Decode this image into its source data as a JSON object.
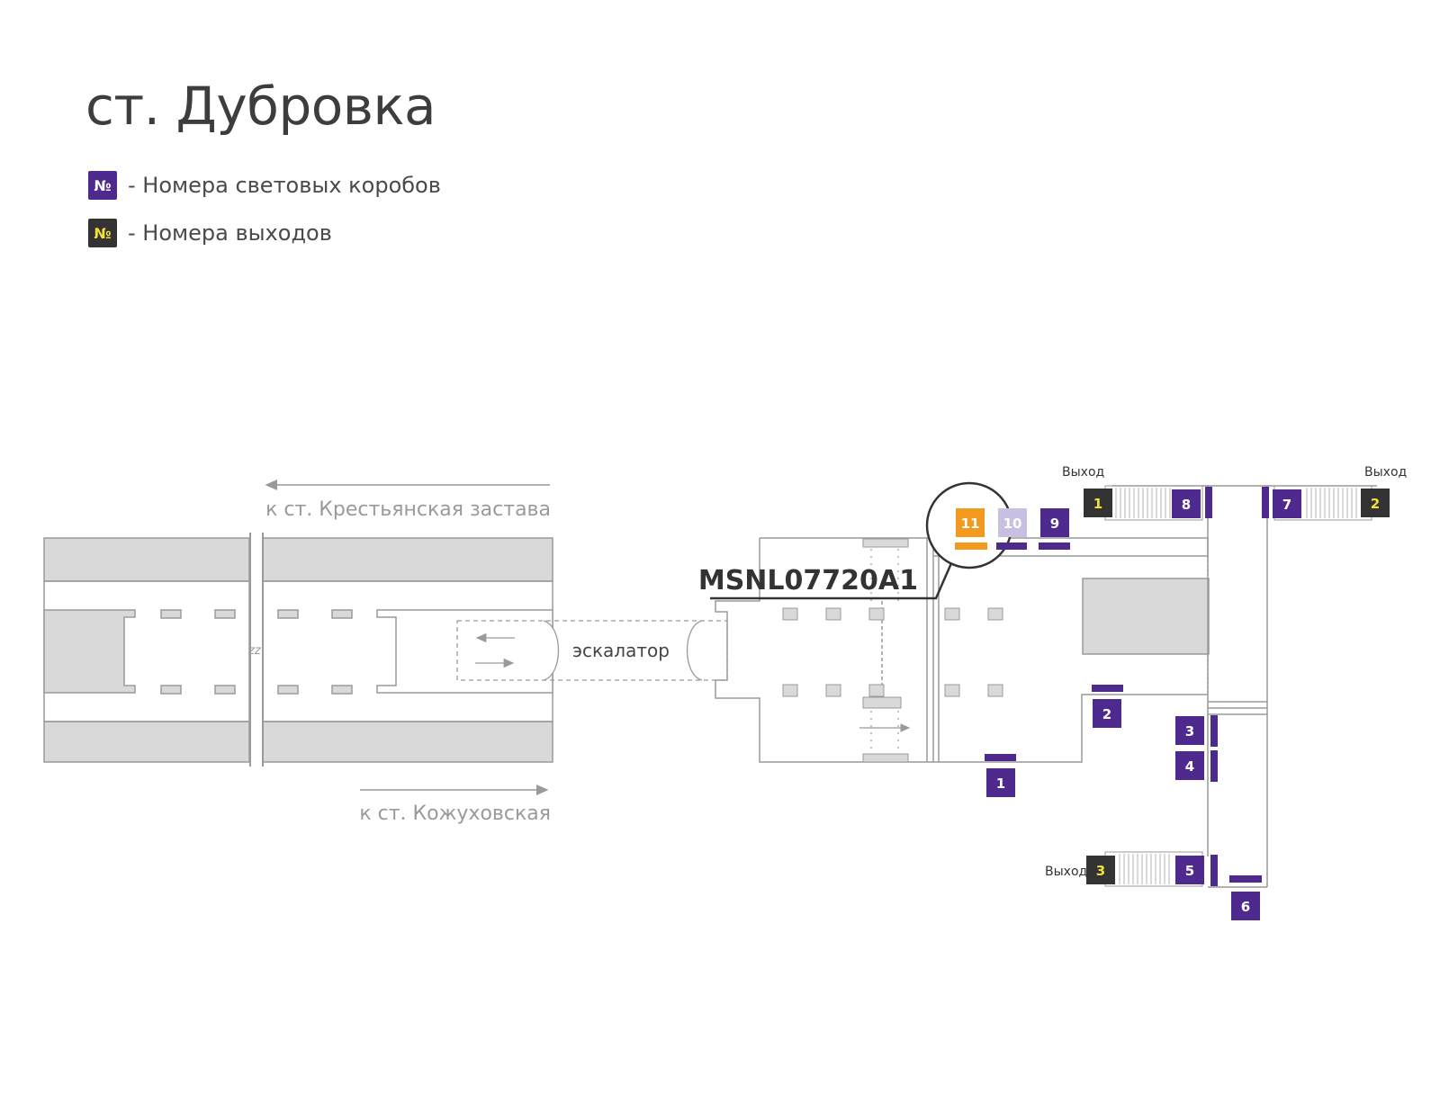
{
  "title": "ст. Дубровка",
  "legend": {
    "symbol": "№",
    "lightbox_label": "- Номера световых коробов",
    "exit_label": "- Номера выходов"
  },
  "directions": {
    "top": "к ст. Крестьянская застава",
    "bottom": "к ст. Кожуховская"
  },
  "escalator_label": "эскалатор",
  "break_mark": "zz",
  "highlight": {
    "number": "11",
    "code": "MSNL07720A1"
  },
  "exit_word": "Выход",
  "lightboxes": [
    "1",
    "2",
    "3",
    "4",
    "5",
    "6",
    "7",
    "8",
    "9",
    "10",
    "11"
  ],
  "exits": [
    "1",
    "2",
    "3"
  ],
  "colors": {
    "lightbox": "#4e2a8e",
    "lightbox_faded": "#c9bfe0",
    "highlight": "#f39a1e",
    "exit_bg": "#333333",
    "exit_text": "#f3e03a",
    "wall": "#9a9a9a",
    "fill": "#d9d9d9"
  }
}
